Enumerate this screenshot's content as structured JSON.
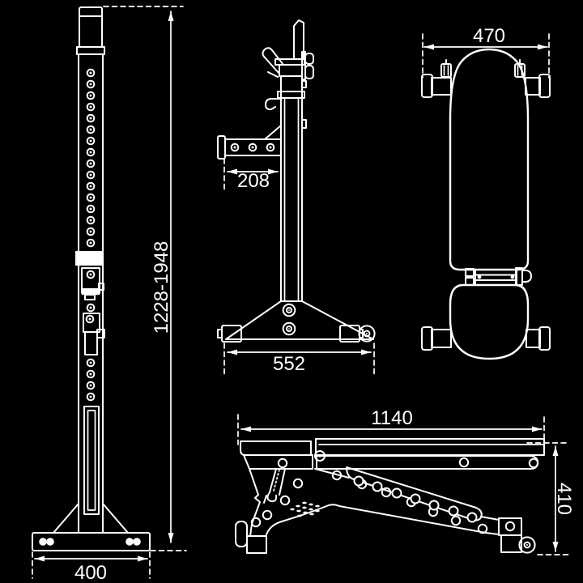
{
  "colors": {
    "background": "#000000",
    "line": "#ffffff"
  },
  "views": {
    "stand_front": {
      "overall_height": "1228-1948",
      "base_width": "400"
    },
    "stand_side": {
      "arm_depth": "208",
      "base_depth": "552"
    },
    "bench_top": {
      "width": "470"
    },
    "bench_side": {
      "length": "1140",
      "height": "410"
    }
  }
}
